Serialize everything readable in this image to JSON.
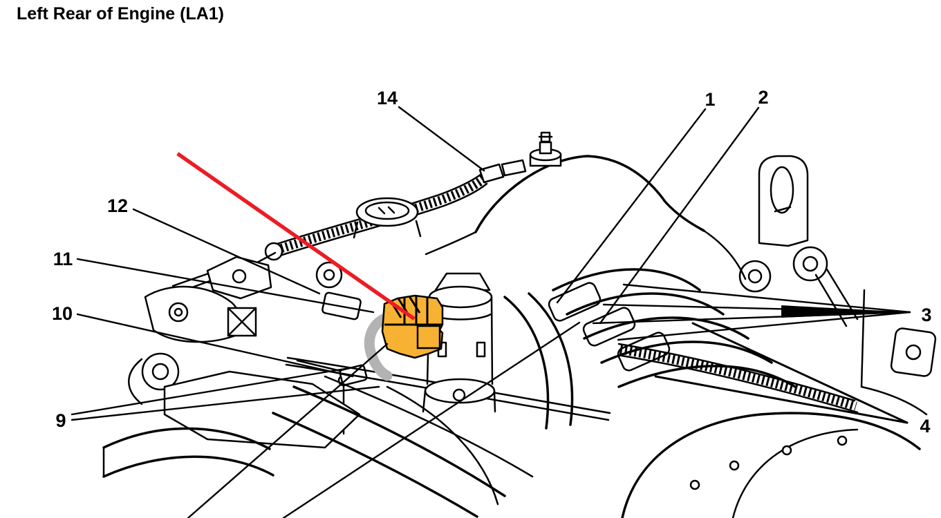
{
  "title": "Left Rear of Engine (LA1)",
  "diagram": {
    "description": "Black-and-white technical line drawing of the left rear of an LA1 engine with numbered callouts, a red pointer line and a yellow-highlighted component with a gray hose",
    "colors": {
      "line": "#000000",
      "background": "#ffffff",
      "red_pointer": "#ec1c24",
      "component_highlight": "#f8b233",
      "hose_highlight": "#b3b3b3"
    },
    "callouts": [
      {
        "number": "14"
      },
      {
        "number": "1"
      },
      {
        "number": "2"
      },
      {
        "number": "12"
      },
      {
        "number": "11"
      },
      {
        "number": "10"
      },
      {
        "number": "9"
      },
      {
        "number": "3"
      },
      {
        "number": "4"
      }
    ]
  }
}
